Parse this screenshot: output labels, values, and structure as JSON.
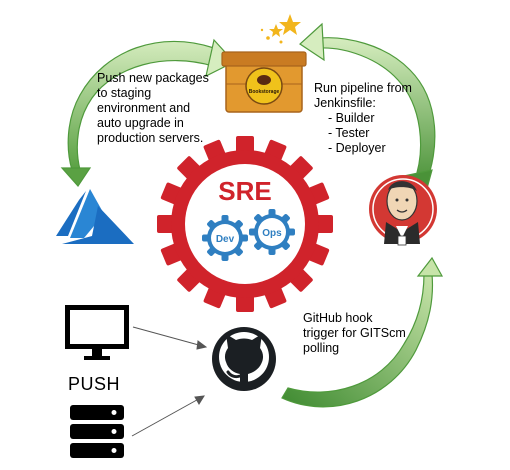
{
  "center": {
    "title": "SRE",
    "dev_label": "Dev",
    "ops_label": "Ops"
  },
  "notes": {
    "packages": [
      "Push new packages",
      "to staging",
      "environment and",
      "auto upgrade in",
      "production servers."
    ],
    "pipeline": {
      "heading": [
        "Run pipeline from",
        "Jenkinsfile:"
      ],
      "steps": [
        "- Builder",
        "- Tester",
        "- Deployer"
      ]
    },
    "hook": [
      "GitHub hook",
      "trigger for GITScm",
      "polling"
    ]
  },
  "push_label": "PUSH",
  "box_label": "Bookstorage",
  "colors": {
    "gear_red": "#d0232b",
    "gear_blue": "#2f7fc1",
    "arrow_green_light": "#c4e2a6",
    "arrow_green_dark": "#4f9a3c",
    "azure_blue": "#1b6dc1",
    "box_wood": "#e2992f",
    "star_gold": "#f2b51c"
  },
  "icons": [
    "treasure-box-icon",
    "azure-icon",
    "jenkins-butler-icon",
    "github-octocat-icon",
    "monitor-icon",
    "server-stack-icon"
  ]
}
